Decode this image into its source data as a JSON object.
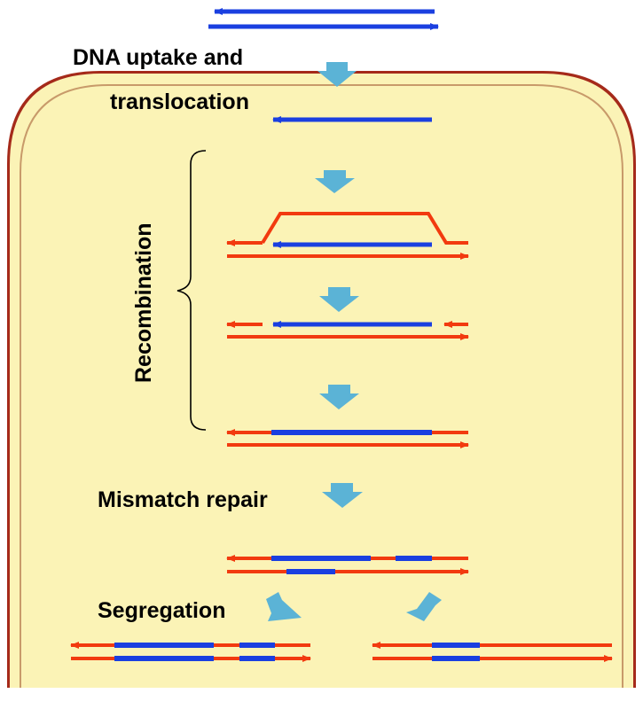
{
  "labels": {
    "uptake_line1": "DNA uptake and",
    "uptake_line2": "translocation",
    "recombination": "Recombination",
    "mismatch": "Mismatch repair",
    "segregation": "Segregation"
  },
  "colors": {
    "cell_fill": "#fbf3b6",
    "cell_outer": "#a52a1a",
    "cell_inner": "#c89a6a",
    "donor_dna": "#1a3fe0",
    "recipient_dna": "#f23a0f",
    "step_arrow": "#5bb3d6"
  }
}
